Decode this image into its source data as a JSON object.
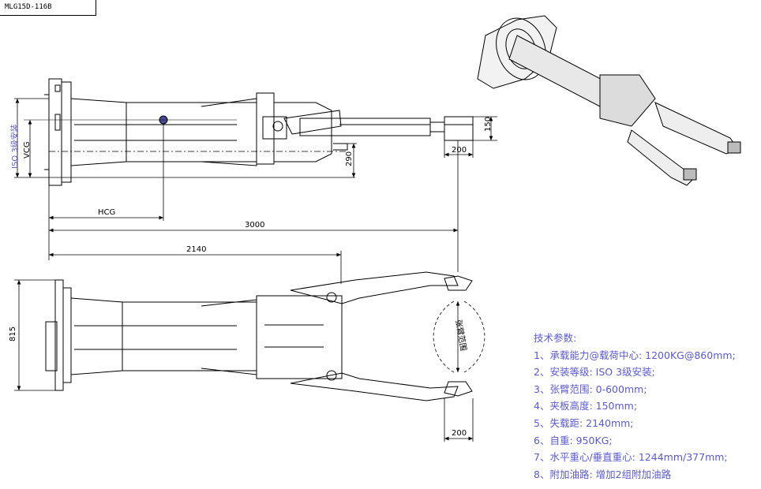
{
  "drawing_no": "MLG15D-116B",
  "dimensions": {
    "d150": "150",
    "d200_top": "200",
    "d290": "290",
    "vcg": "VCG",
    "iso_rot": "ISO 3级安装",
    "hcg": "HCG",
    "d3000": "3000",
    "d2140": "2140",
    "d815": "815",
    "arm_range": "张臂范围",
    "d200_bot": "200"
  },
  "specs": {
    "title": "技术参数:",
    "items": [
      "1、承载能力@载荷中心: 1200KG@860mm;",
      "2、安装等级: ISO 3级安装;",
      "3、张臂范围: 0-600mm;",
      "4、夹板高度: 150mm;",
      "5、失载距: 2140mm;",
      "6、自重: 950KG;",
      "7、水平重心/垂直重心: 1244mm/377mm;",
      "8、附加油路: 增加2组附加油路"
    ]
  }
}
